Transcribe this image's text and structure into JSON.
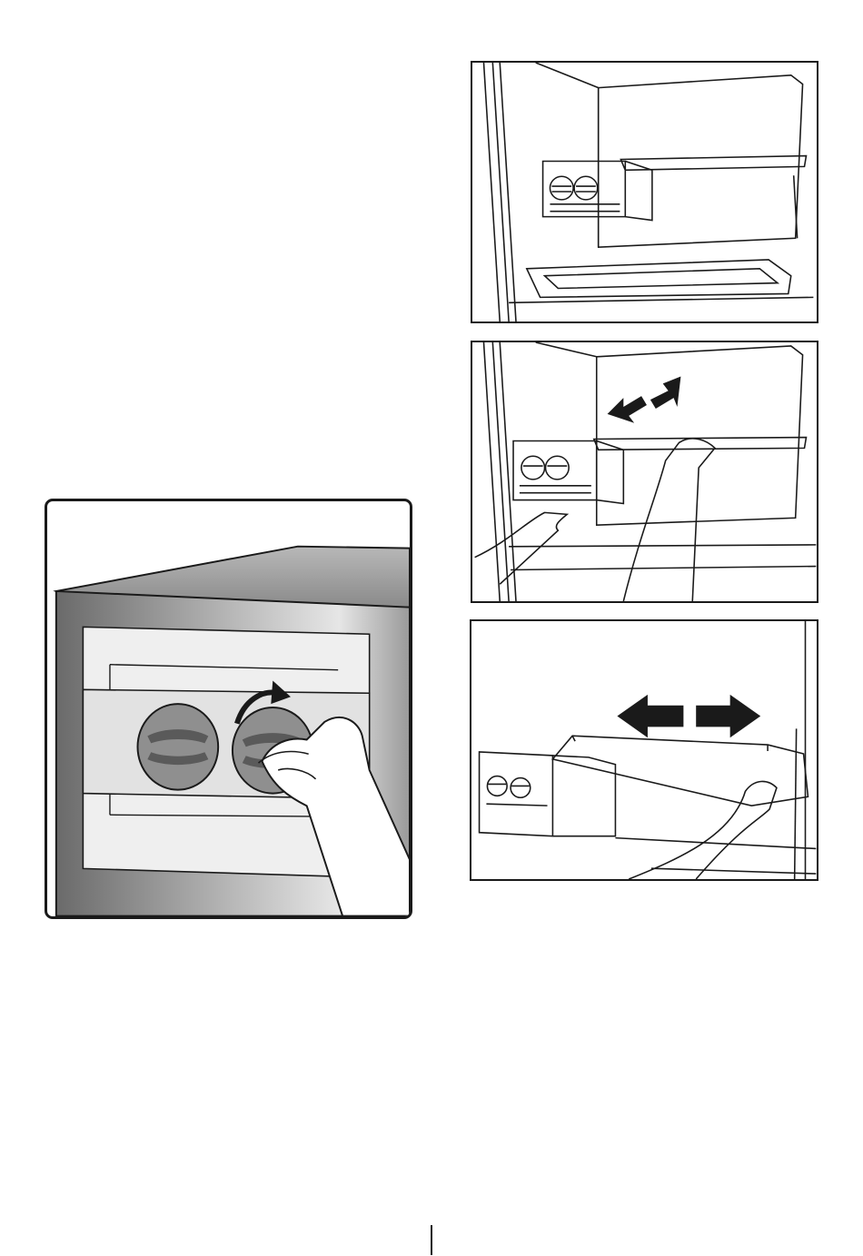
{
  "figures": [
    {
      "name": "figure-fridge-shelf-with-drawer",
      "text": ""
    },
    {
      "name": "figure-remove-shelf-with-hands",
      "text": ""
    },
    {
      "name": "figure-slide-shelf-drawer",
      "text": ""
    },
    {
      "name": "figure-rotate-knob-closeup",
      "text": ""
    }
  ],
  "colors": {
    "line": "#1a1a1a",
    "grey_fill": "#9a9a9a",
    "light_grey": "#d8d8d8",
    "arrow": "#1a1a1a"
  }
}
